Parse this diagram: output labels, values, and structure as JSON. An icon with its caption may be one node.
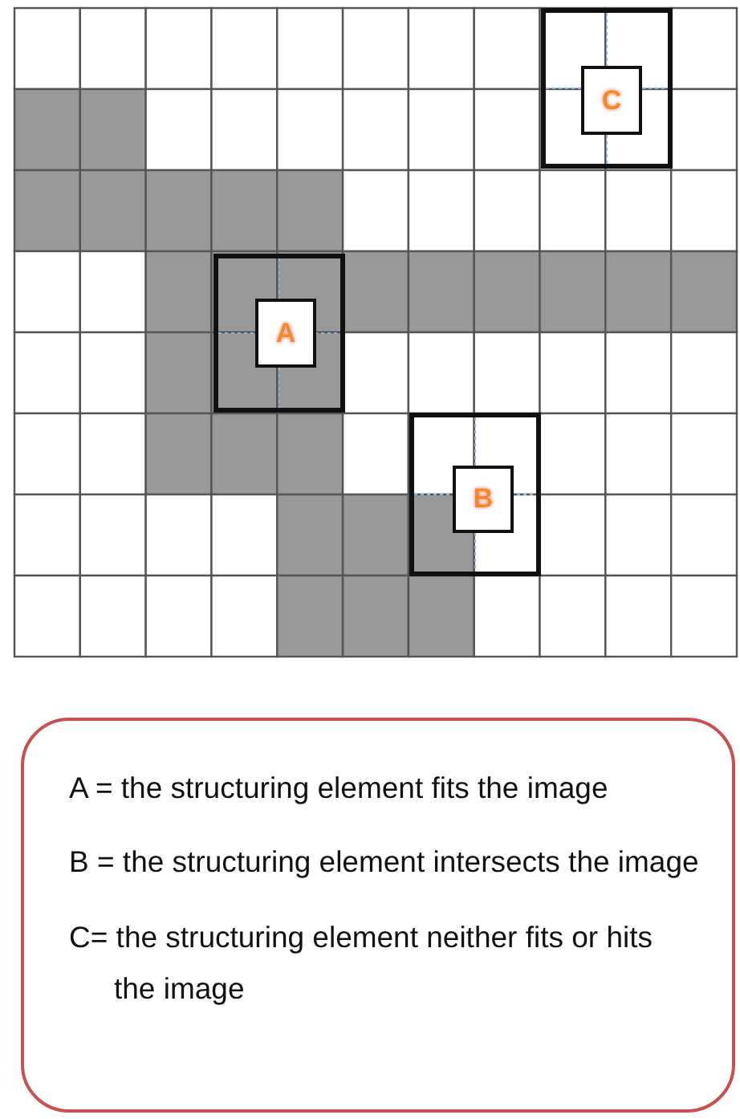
{
  "diagram": {
    "nodes": [
      {
        "text": [],
        "shape": "box"
      },
      {
        "text": [
          "C"
        ],
        "in": 0
      },
      {
        "text": [],
        "shape": "box"
      },
      {
        "text": [
          "A"
        ],
        "in": 2
      },
      {
        "text": [],
        "shape": "box"
      },
      {
        "text": [
          "B"
        ],
        "in": 4
      },
      {
        "text": [
          "A = the structuring element fits the image",
          "B = the structuring element intersects the image",
          "C= the structuring element neither fits or hits the image"
        ]
      }
    ]
  }
}
